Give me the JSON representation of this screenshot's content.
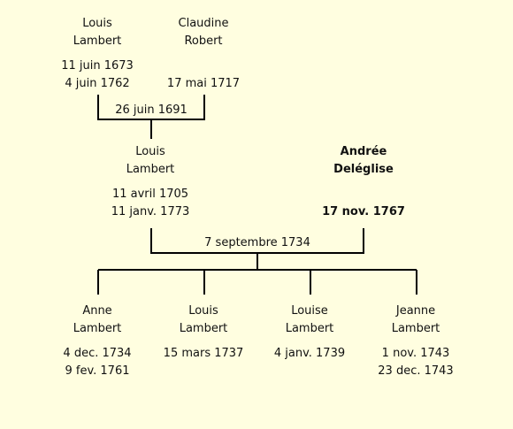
{
  "grandparents": {
    "father": {
      "first": "Louis",
      "last": "Lambert",
      "birth": "11 juin 1673",
      "death": "4 juin 1762"
    },
    "mother": {
      "first": "Claudine",
      "last": "Robert",
      "birth": "",
      "death": "17 mai 1717"
    },
    "marriage": "26 juin 1691"
  },
  "parents": {
    "father": {
      "first": "Louis",
      "last": "Lambert",
      "birth": "11 avril 1705",
      "death": "11 janv. 1773"
    },
    "mother": {
      "first": "Andrée",
      "last": "Deléglise",
      "birth": "",
      "death": "17 nov. 1767"
    },
    "marriage": "7 septembre 1734"
  },
  "children": [
    {
      "first": "Anne",
      "last": "Lambert",
      "birth": "4 dec. 1734",
      "death": "9 fev. 1761"
    },
    {
      "first": "Louis",
      "last": "Lambert",
      "birth": "15 mars 1737",
      "death": ""
    },
    {
      "first": "Louise",
      "last": "Lambert",
      "birth": "4 janv. 1739",
      "death": ""
    },
    {
      "first": "Jeanne",
      "last": "Lambert",
      "birth": "1 nov. 1743",
      "death": "23 dec. 1743"
    }
  ]
}
